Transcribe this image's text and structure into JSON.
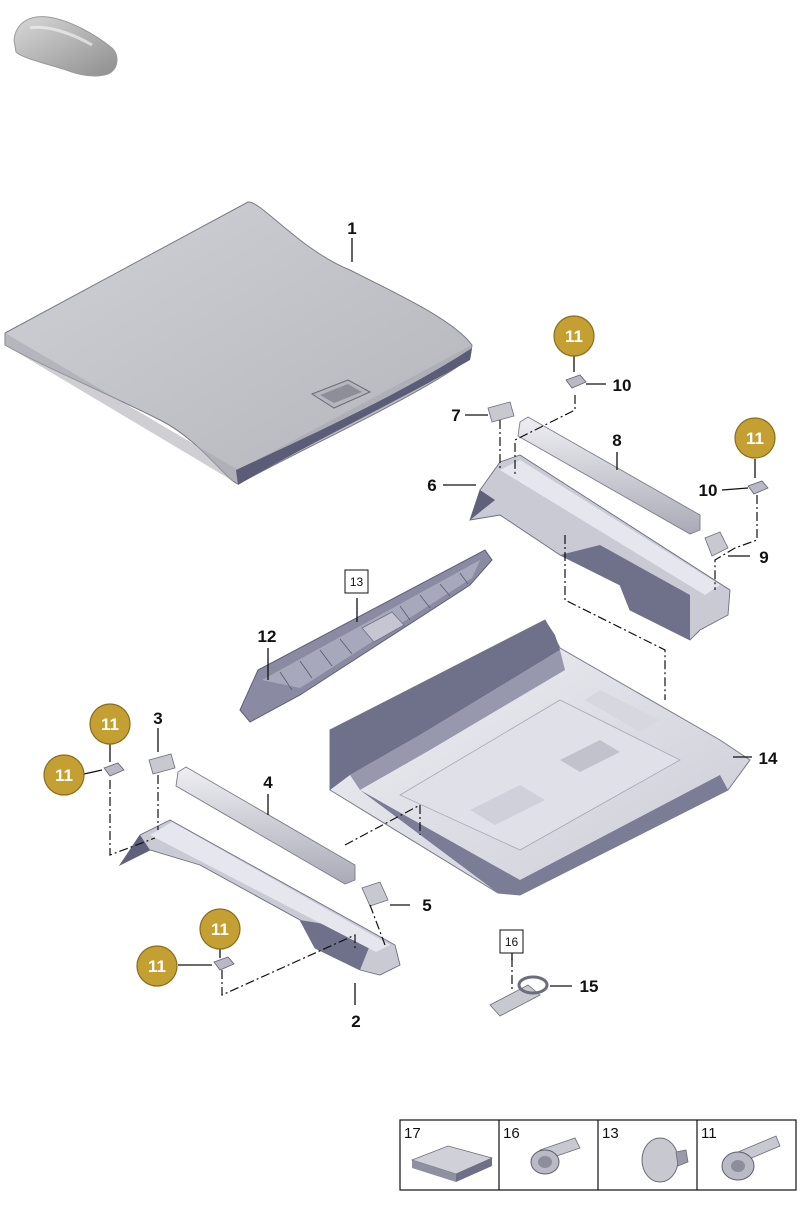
{
  "colors": {
    "badge_fill": "#c4a033",
    "badge_ring": "#8a6d1c",
    "part_light": "#e4e5ea",
    "part_mid": "#c9cad3",
    "part_dark": "#6e6f82",
    "part_shadow": "#4a4b63"
  },
  "icons": {
    "vehicle": "car-silhouette-icon"
  },
  "callouts": {
    "p1": "1",
    "p2": "2",
    "p3": "3",
    "p4": "4",
    "p5": "5",
    "p6": "6",
    "p7": "7",
    "p8": "8",
    "p9": "9",
    "p10a": "10",
    "p10b": "10",
    "p12": "12",
    "p14": "14",
    "p15": "15"
  },
  "boxed_callouts": {
    "b13": "13",
    "b16": "16"
  },
  "badges": {
    "b1": "11",
    "b2": "11",
    "b3": "11",
    "b4": "11",
    "b5": "11",
    "b6": "11"
  },
  "legend": {
    "cells": [
      {
        "number": "17",
        "icon": "pad-icon"
      },
      {
        "number": "16",
        "icon": "flange-bolt-icon"
      },
      {
        "number": "13",
        "icon": "clip-icon"
      },
      {
        "number": "11",
        "icon": "screw-icon"
      }
    ]
  }
}
